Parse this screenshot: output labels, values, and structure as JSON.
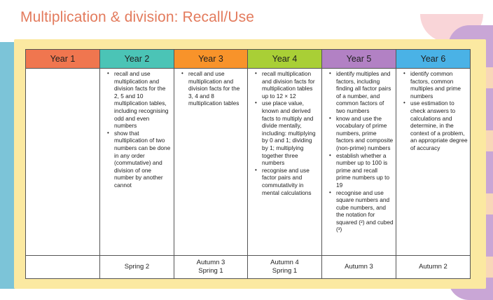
{
  "slide_title": "Multiplication & division: Recall/Use",
  "columns": [
    {
      "header": "Year 1",
      "color": "#f0764f",
      "items": [],
      "terms": []
    },
    {
      "header": "Year 2",
      "color": "#4bc4b6",
      "items": [
        "recall and use multiplication and division facts for the 2, 5 and 10 multiplication tables, including recognising odd and even numbers",
        "show that multiplication of two numbers can be done in any order (commutative) and division of one number by another cannot"
      ],
      "terms": [
        "Spring 2"
      ]
    },
    {
      "header": "Year 3",
      "color": "#f8932a",
      "items": [
        "recall and use multiplication and division facts for the 3, 4 and 8 multiplication tables"
      ],
      "terms": [
        "Autumn 3",
        "Spring 1"
      ]
    },
    {
      "header": "Year 4",
      "color": "#a9cf36",
      "items": [
        "recall multiplication and division facts for multiplication tables up to 12 × 12",
        "use place value, known and derived facts to multiply and divide mentally, including: multiplying by 0 and 1; dividing by 1; multiplying together three numbers",
        "recognise and use factor pairs and commutativity in mental calculations"
      ],
      "terms": [
        "Autumn 4",
        "Spring 1"
      ]
    },
    {
      "header": "Year 5",
      "color": "#b281c4",
      "items": [
        "identify multiples and factors, including finding all factor pairs of a number, and common factors of two numbers",
        "know and use the vocabulary of prime numbers, prime factors and composite (non-prime) numbers",
        "establish whether a number up to 100 is prime and recall prime numbers up to 19",
        "recognise and use square numbers and cube numbers, and the notation for squared (²) and cubed (³)"
      ],
      "terms": [
        "Autumn 3"
      ]
    },
    {
      "header": "Year 6",
      "color": "#4ab2e6",
      "items": [
        "identify common factors, common multiples and prime numbers",
        "use estimation to check answers to calculations and determine, in the context of a problem, an appropriate degree of accuracy"
      ],
      "terms": [
        "Autumn 2"
      ]
    }
  ]
}
